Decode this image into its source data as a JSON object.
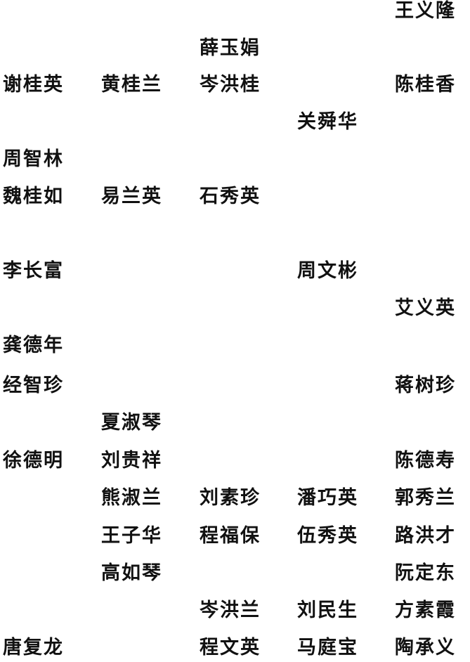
{
  "names": {
    "r1c5": "王义隆",
    "r2c3": "薛玉娟",
    "r3c1": "谢桂英",
    "r3c2": "黄桂兰",
    "r3c3": "岑洪桂",
    "r3c5": "陈桂香",
    "r4c4": "关舜华",
    "r5c1": "周智林",
    "r6c1": "魏桂如",
    "r6c2": "易兰英",
    "r6c3": "石秀英",
    "r7c1": "李长富",
    "r7c4": "周文彬",
    "r8c5": "艾义英",
    "r9c1": "龚德年",
    "r10c1": "经智珍",
    "r10c5": "蒋树珍",
    "r11c2": "夏淑琴",
    "r12c1": "徐德明",
    "r12c2": "刘贵祥",
    "r12c5": "陈德寿",
    "r13c2": "熊淑兰",
    "r13c3": "刘素珍",
    "r13c4": "潘巧英",
    "r13c5": "郭秀兰",
    "r14c2": "王子华",
    "r14c3": "程福保",
    "r14c4": "伍秀英",
    "r14c5": "路洪才",
    "r15c2": "高如琴",
    "r15c5": "阮定东",
    "r16c3": "岑洪兰",
    "r16c4": "刘民生",
    "r16c5": "方素霞",
    "r17c1": "唐复龙",
    "r17c3": "程文英",
    "r17c4": "马庭宝",
    "r17c5": "陶承义"
  }
}
